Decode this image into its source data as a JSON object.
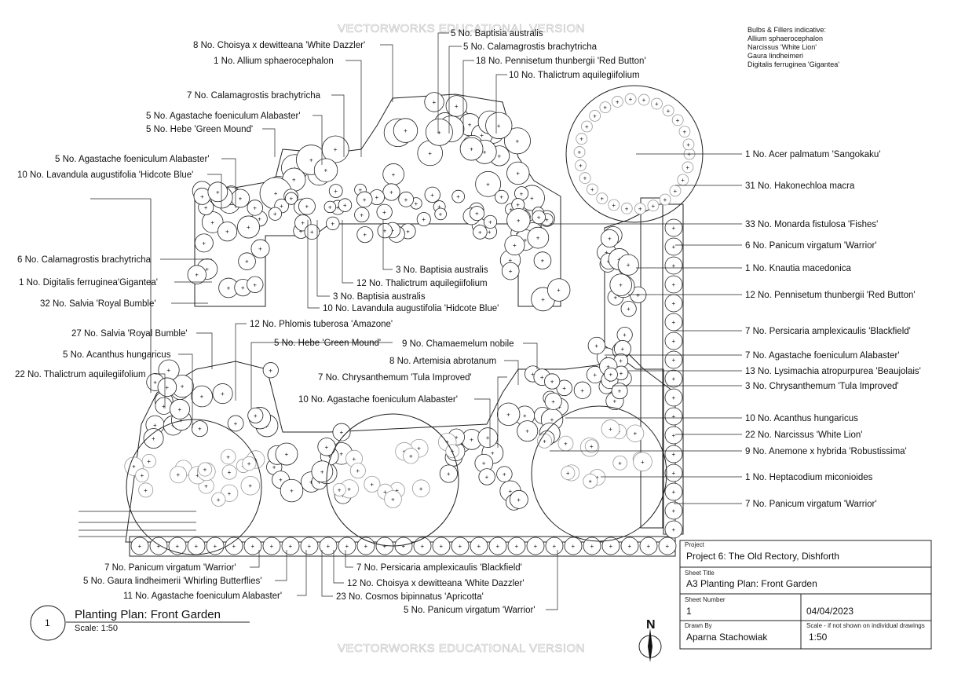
{
  "watermark": "VECTORWORKS EDUCATIONAL VERSION",
  "bulbs_note": [
    "Bulbs & Fillers indicative:",
    "Allium sphaerocephalon",
    "Narcissus 'White Lion'",
    "Gaura lindheimeri",
    "Digitalis ferruginea 'Gigantea'"
  ],
  "labels_top": [
    "8 No. Choisya x dewitteana 'White Dazzler'",
    "1 No. Allium sphaerocephalon",
    "5 No. Baptisia australis",
    "5 No. Calamagrostis brachytricha",
    "18 No. Pennisetum thunbergii 'Red Button'",
    "10 No. Thalictrum aquilegiifolium",
    "7 No. Calamagrostis brachytricha",
    "5 No. Agastache foeniculum Alabaster'",
    "5 No. Hebe 'Green Mound'"
  ],
  "labels_left": [
    "5 No. Agastache foeniculum Alabaster'",
    "10 No. Lavandula augustifolia 'Hidcote Blue'",
    "6 No. Calamagrostis brachytricha",
    "1 No. Digitalis ferruginea'Gigantea'",
    "32 No. Salvia 'Royal Bumble'",
    "27 No. Salvia 'Royal Bumble'",
    "5 No. Acanthus hungaricus",
    "22 No. Thalictrum aquilegiifolium"
  ],
  "labels_center": [
    "3 No. Baptisia australis",
    "12 No. Thalictrum aquilegiifolium",
    "3 No. Baptisia australis",
    "10 No. Lavandula augustifolia 'Hidcote Blue'",
    "12 No. Phlomis tuberosa 'Amazone'",
    "5 No. Hebe 'Green Mound'",
    "9 No. Chamaemelum nobile",
    "8 No. Artemisia abrotanum",
    "7 No. Chrysanthemum 'Tula Improved'",
    "10 No. Agastache foeniculum Alabaster'"
  ],
  "labels_right": [
    "1 No. Acer palmatum 'Sangokaku'",
    "31 No. Hakonechloa macra",
    "33 No. Monarda fistulosa 'Fishes'",
    "6 No. Panicum virgatum 'Warrior'",
    "1 No. Knautia macedonica",
    "12 No. Pennisetum thunbergii 'Red Button'",
    "7 No. Persicaria amplexicaulis 'Blackfield'",
    "7 No. Agastache foeniculum Alabaster'",
    "13 No. Lysimachia atropurpurea 'Beaujolais'",
    "3 No. Chrysanthemum 'Tula Improved'",
    "10 No. Acanthus hungaricus",
    "22 No. Narcissus 'White Lion'",
    "9 No. Anemone x hybrida 'Robustissima'",
    "1 No. Heptacodium miconioides",
    "7 No. Panicum virgatum 'Warrior'"
  ],
  "labels_bottom": [
    "7 No. Panicum virgatum 'Warrior'",
    "5 No. Gaura lindheimerii 'Whirling Butterflies'",
    "11 No. Agastache foeniculum Alabaster'",
    "7 No. Persicaria amplexicaulis 'Blackfield'",
    "12 No. Choisya x dewitteana 'White Dazzler'",
    "23 No. Cosmos bipinnatus 'Apricotta'",
    "5 No. Panicum virgatum 'Warrior'"
  ],
  "drawing_ref": {
    "number": "1",
    "title": "Planting Plan: Front Garden",
    "scale": "Scale: 1:50"
  },
  "north_label": "N",
  "title_block": {
    "project_label": "Project",
    "project": "Project 6: The Old Rectory, Dishforth",
    "sheet_title_label": "Sheet Title",
    "sheet_title": "A3 Planting Plan: Front Garden",
    "sheet_number_label": "Sheet Number",
    "sheet_number": "1",
    "date": "04/04/2023",
    "drawn_by_label": "Drawn By",
    "drawn_by": "Aparna Stachowiak",
    "scale_label": "Scale - if not shown on individual drawings",
    "scale": "1:50"
  }
}
